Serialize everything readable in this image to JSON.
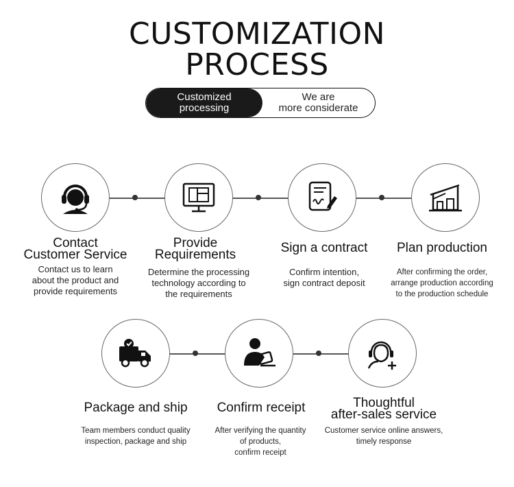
{
  "title": {
    "line1": "CUSTOMIZATION",
    "line2": "PROCESS"
  },
  "badge": {
    "left": "Customized\nprocessing",
    "right": "We are\nmore considerate"
  },
  "steps": [
    {
      "title": "Contact\nCustomer Service",
      "desc": "Contact us to learn\nabout the product and\nprovide requirements",
      "icon": "headset-icon"
    },
    {
      "title": "Provide\nRequirements",
      "desc": "Determine the processing\ntechnology according to\nthe requirements",
      "icon": "monitor-blueprint-icon"
    },
    {
      "title": "Sign a contract",
      "desc": "Confirm intention,\nsign contract deposit",
      "icon": "contract-signature-icon"
    },
    {
      "title": "Plan production",
      "desc": "After confirming the order,\narrange production according\nto the production schedule",
      "icon": "factory-icon"
    },
    {
      "title": "Package and ship",
      "desc": "Team members conduct quality\ninspection, package and ship",
      "icon": "delivery-truck-icon"
    },
    {
      "title": "Confirm receipt",
      "desc": "After verifying the quantity\nof products,\nconfirm receipt",
      "icon": "person-signing-icon"
    },
    {
      "title": "Thoughtful\nafter-sales service",
      "desc": "Customer service online answers,\ntimely response",
      "icon": "support-agent-icon"
    }
  ]
}
